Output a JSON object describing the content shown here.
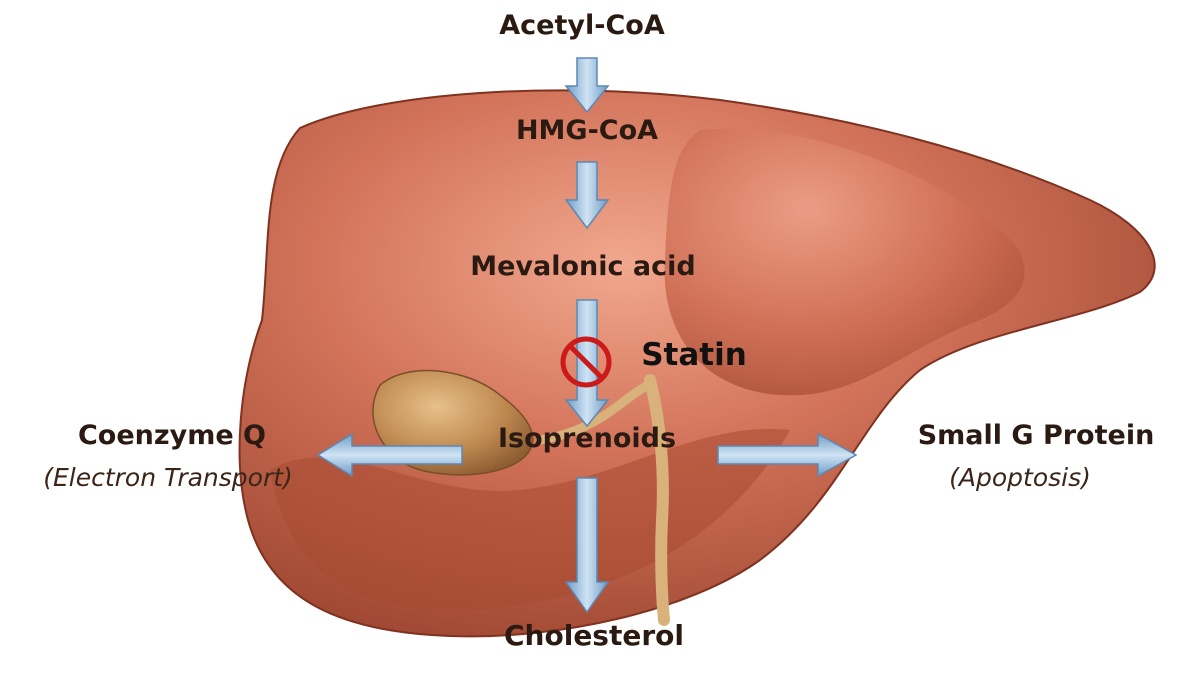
{
  "diagram": {
    "pathway": {
      "acetyl_coa": "Acetyl-CoA",
      "hmg_coa": "HMG-CoA",
      "mevalonic_acid": "Mevalonic acid",
      "isoprenoids": "Isoprenoids",
      "cholesterol": "Cholesterol"
    },
    "inhibitor": {
      "label": "Statin",
      "icon": "prohibition-icon"
    },
    "branches": {
      "left": {
        "title": "Coenzyme Q",
        "subtitle": "(Electron Transport)"
      },
      "right": {
        "title": "Small G Protein",
        "subtitle": "(Apoptosis)"
      }
    },
    "colors": {
      "liver": "#c8674a",
      "liver_dark": "#8e3a24",
      "gallbladder": "#b8874f",
      "arrow": "#8fb8dc",
      "prohibition": "#cc1a1a"
    }
  }
}
